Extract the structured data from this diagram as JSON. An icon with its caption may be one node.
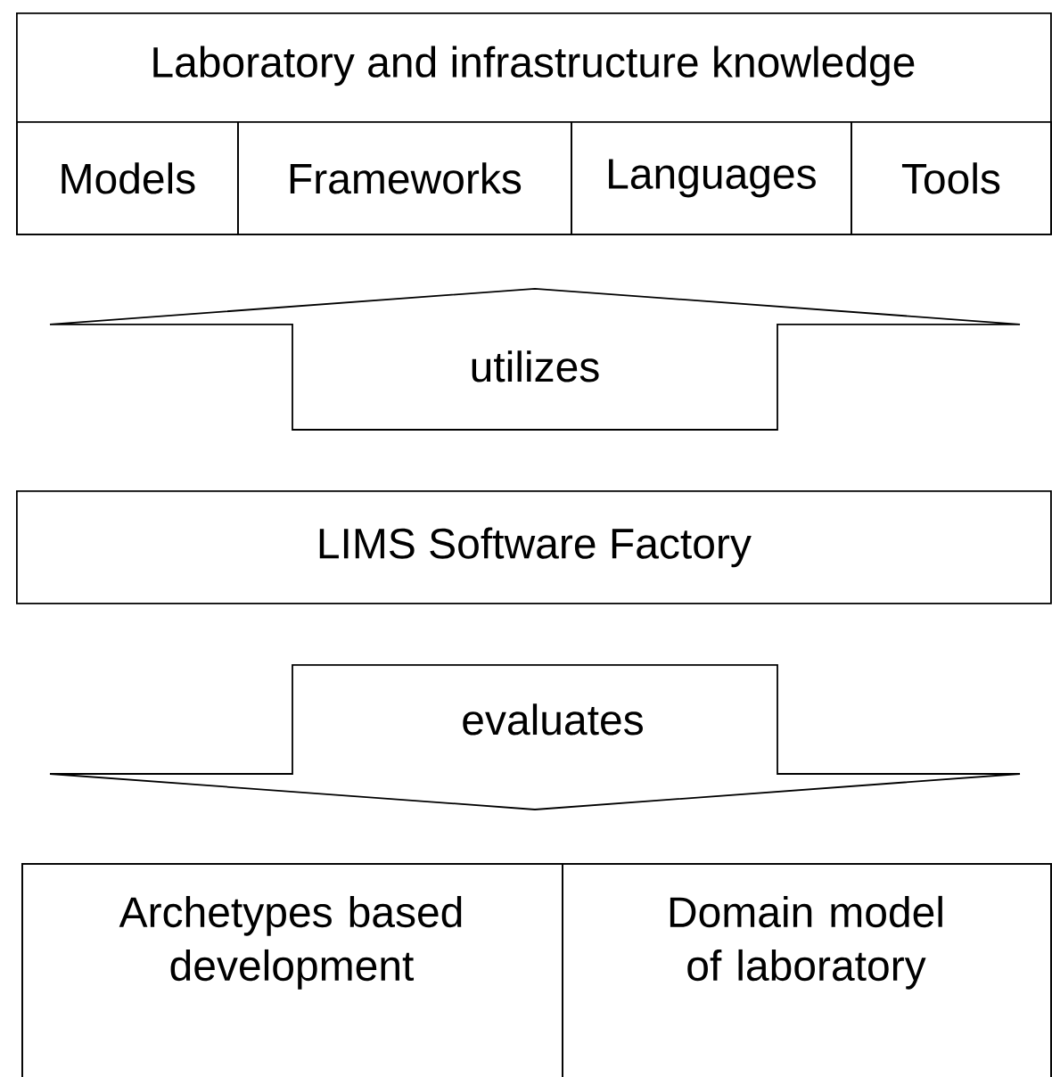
{
  "diagram": {
    "nodes": [
      {
        "text": [
          "Laboratory and infrastructure knowledge"
        ]
      },
      {
        "text": [
          "Models"
        ],
        "in": 0
      },
      {
        "text": [
          "Frameworks"
        ],
        "in": 0
      },
      {
        "text": [
          "Languages"
        ],
        "in": 0
      },
      {
        "text": [
          "Tools"
        ],
        "in": 0
      },
      {
        "text": [
          "LIMS Software Factory"
        ]
      },
      {
        "text": [],
        "shape": "box"
      },
      {
        "text": [
          "Archetypes based development"
        ],
        "in": 6
      },
      {
        "text": [
          "Domain model of laboratory"
        ],
        "in": 6
      }
    ],
    "edges": [
      {
        "from": 5,
        "to": 0,
        "arrow": "to",
        "label": "utilizes"
      },
      {
        "from": 5,
        "to": 6,
        "arrow": "to",
        "label": "evaluates"
      }
    ]
  }
}
